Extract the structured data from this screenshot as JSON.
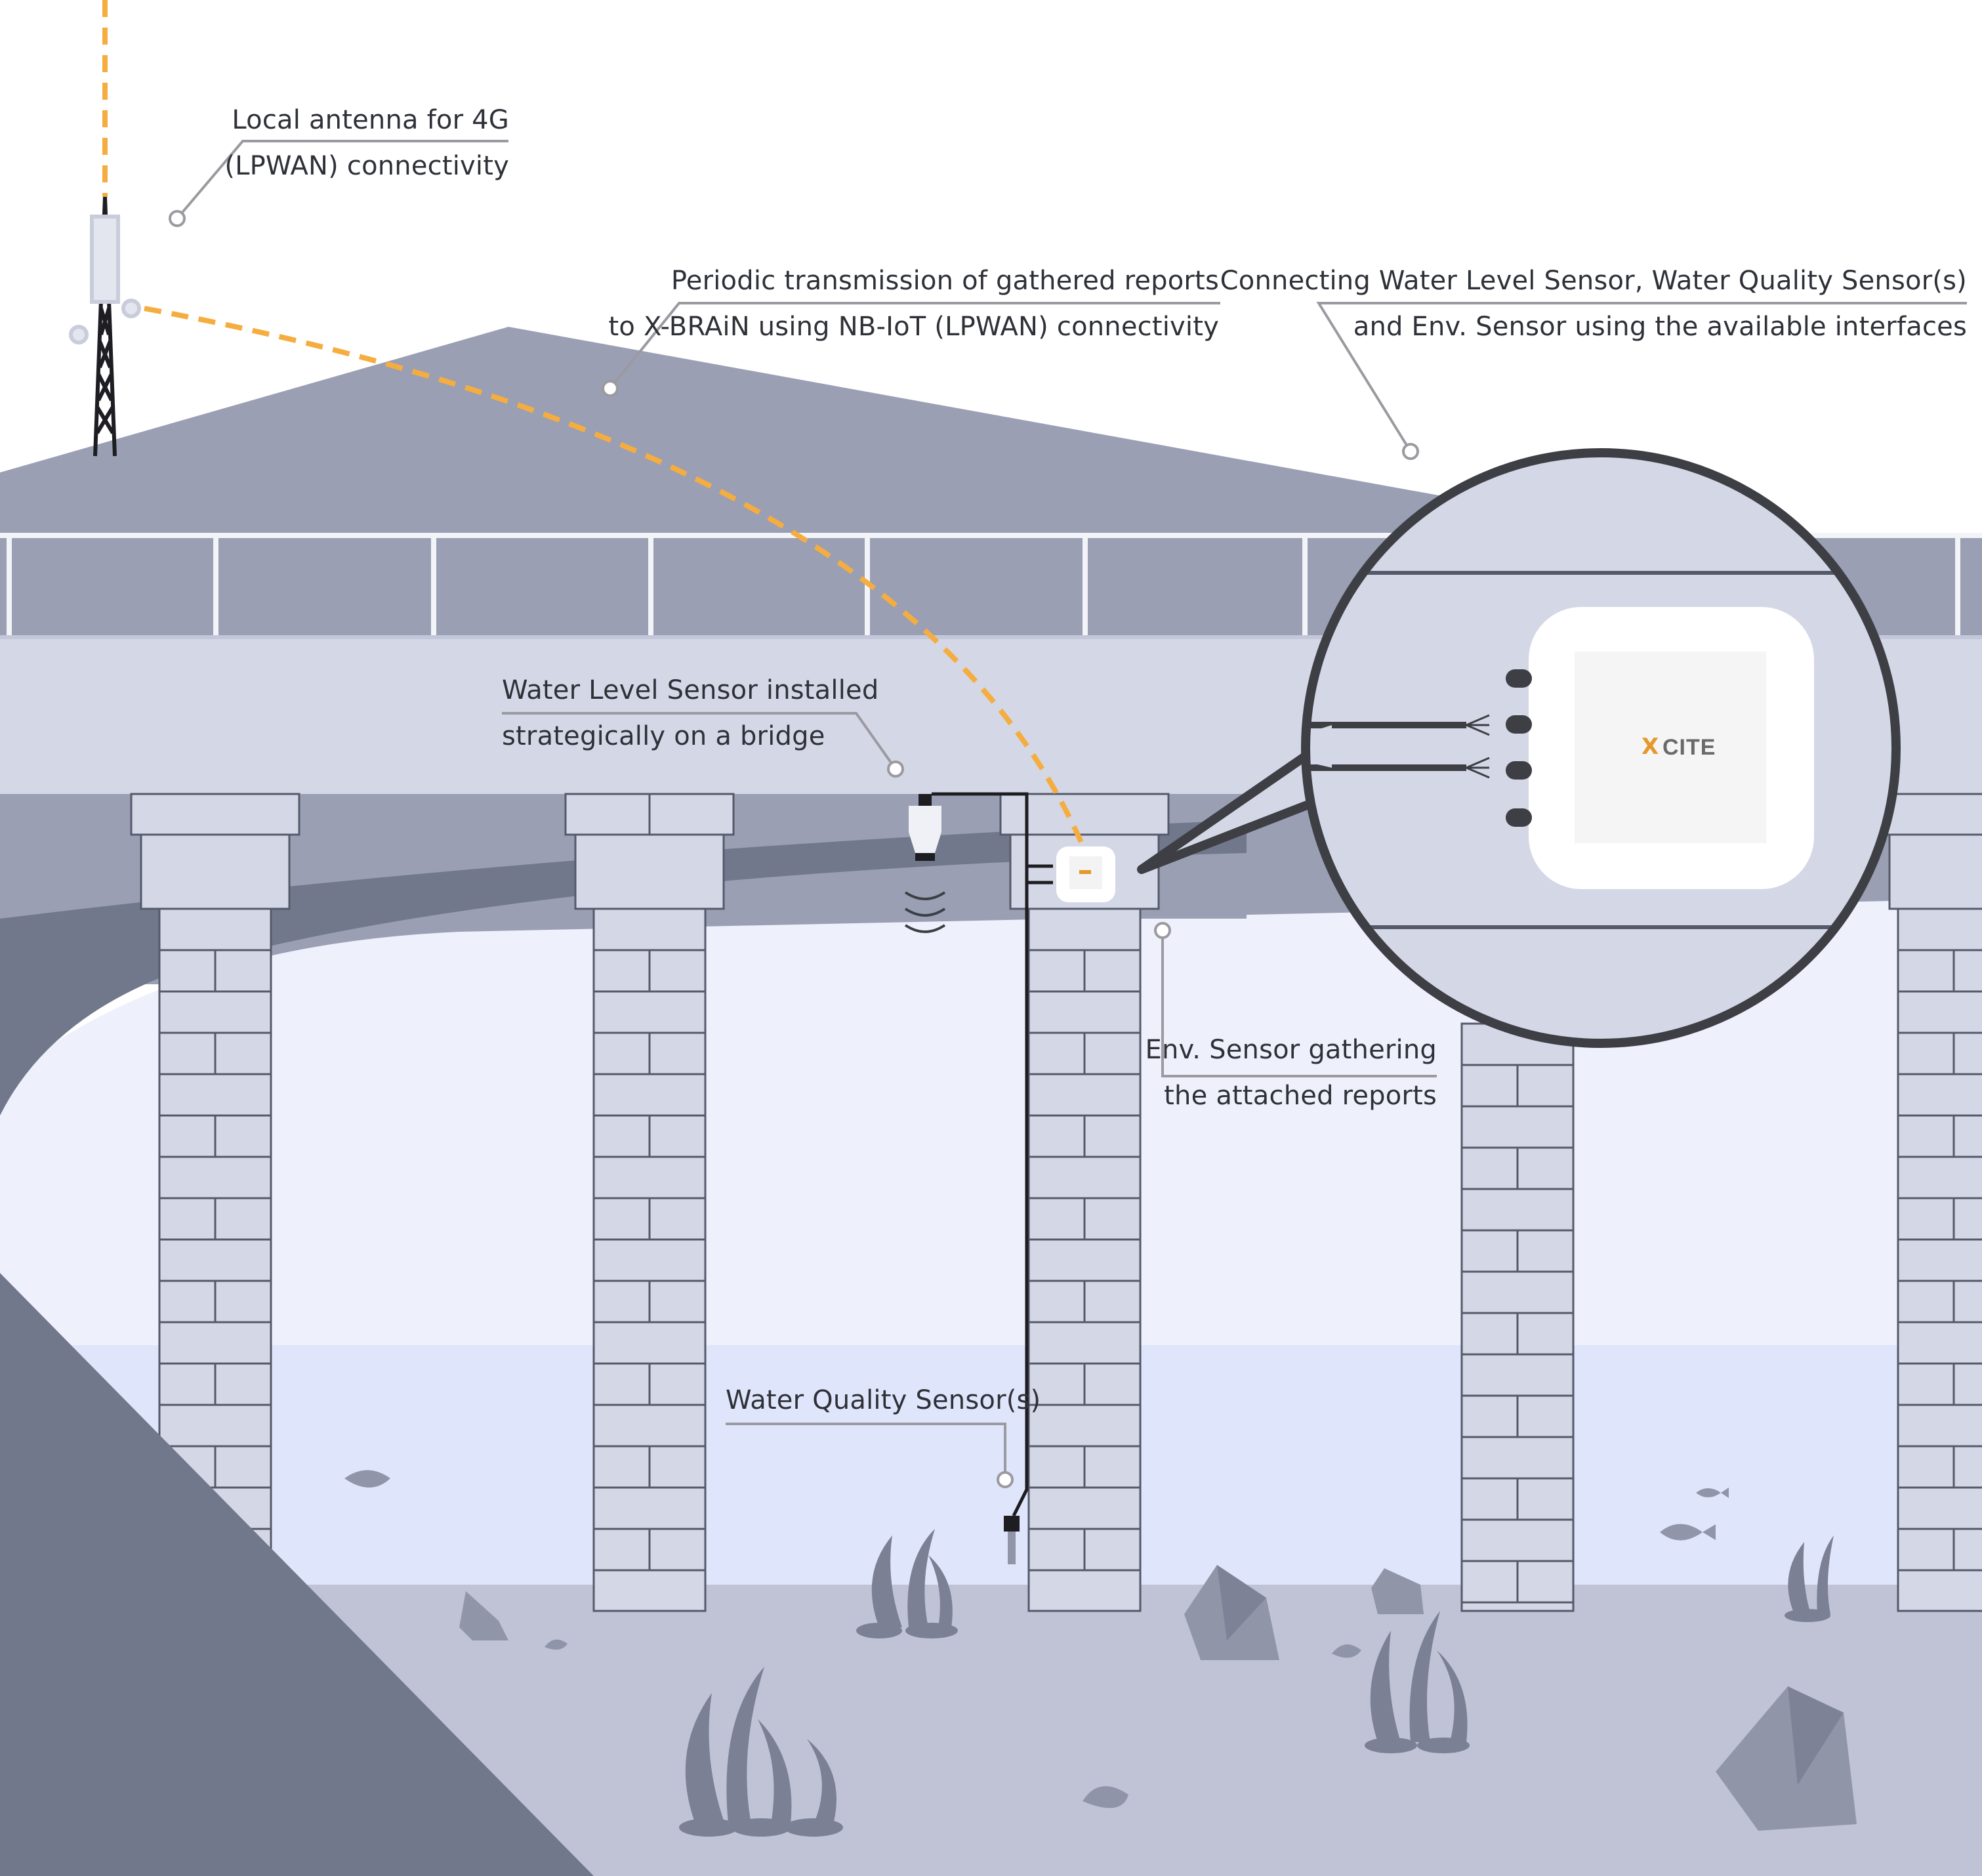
{
  "colors": {
    "sky": "#ffffff",
    "hill": "#9a9fb4",
    "bridge_deck": "#d4d7e6",
    "bridge_shadow": "#71788c",
    "water_surface": "#eef1fc",
    "water_deep": "#dfe5fb",
    "riverbed": "#c0c3d6",
    "pillar": "#d4d7e6",
    "pillar_line": "#555a6a",
    "transmission_line": "#f5ad3f",
    "callout_line": "#9a9aa0",
    "zoom_ring": "#3d3f45",
    "logo_accent": "#e5982b"
  },
  "icons": {
    "tower": "cell-tower-icon",
    "level_sensor": "water-level-sensor-icon",
    "env_sensor": "env-sensor-box-icon",
    "quality_probe": "water-quality-probe-icon",
    "fish": "fish-icon",
    "rock": "rock-icon",
    "seaweed": "seaweed-icon",
    "shell": "shell-icon"
  },
  "labels": {
    "antenna": {
      "line1": "Local antenna for 4G",
      "line2": "(LPWAN) connectivity"
    },
    "transmission": {
      "line1": "Periodic transmission of gathered reports",
      "line2": "to X-BRAiN using NB-IoT (LPWAN) connectivity"
    },
    "interfaces": {
      "line1": "Connecting Water Level Sensor, Water Quality Sensor(s)",
      "line2": "and Env. Sensor using the available interfaces"
    },
    "water_level": {
      "line1": "Water Level Sensor installed",
      "line2": "strategically on a bridge"
    },
    "env_sensor": {
      "line1": "Env. Sensor gathering",
      "line2": "the attached reports"
    },
    "water_quality": {
      "line1": "Water Quality Sensor(s)"
    }
  },
  "logo": {
    "mark": "X",
    "text": "CITE"
  }
}
